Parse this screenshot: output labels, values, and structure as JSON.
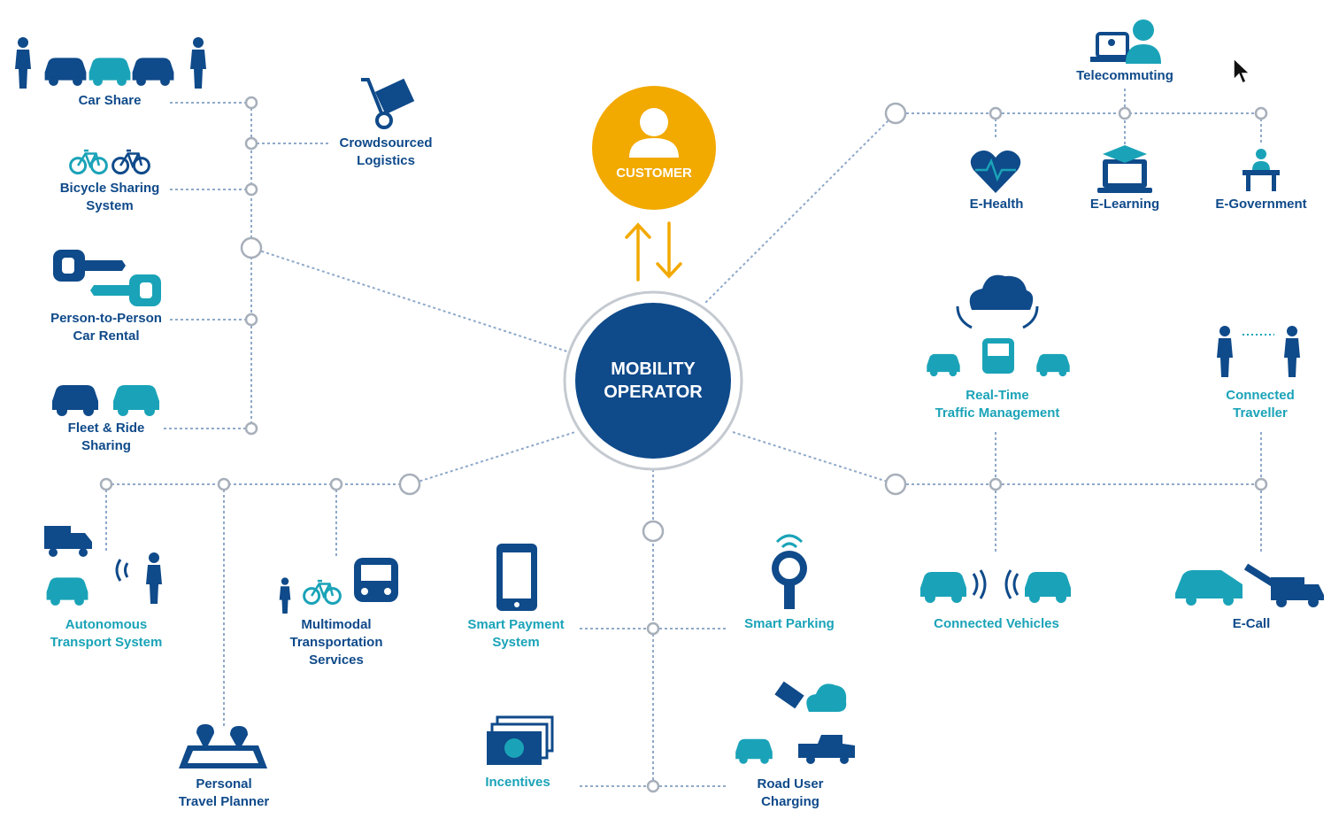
{
  "center": {
    "line1": "MOBILITY",
    "line2": "OPERATOR"
  },
  "customer": {
    "label": "CUSTOMER"
  },
  "colors": {
    "navy": "#0f4a8a",
    "teal": "#1aa3b8",
    "gold": "#f2a900",
    "line": "#8fa9c9"
  },
  "services": {
    "car_share": [
      "Car Share"
    ],
    "crowdsourced_logistics": [
      "Crowdsourced",
      "Logistics"
    ],
    "bicycle_sharing": [
      "Bicycle Sharing",
      "System"
    ],
    "p2p_car_rental": [
      "Person-to-Person",
      "Car Rental"
    ],
    "fleet_ride_sharing": [
      "Fleet & Ride",
      "Sharing"
    ],
    "telecommuting": [
      "Telecommuting"
    ],
    "e_health": [
      "E-Health"
    ],
    "e_learning": [
      "E-Learning"
    ],
    "e_government": [
      "E-Government"
    ],
    "traffic_management": [
      "Real-Time",
      "Traffic Management"
    ],
    "connected_traveller": [
      "Connected",
      "Traveller"
    ],
    "autonomous_transport": [
      "Autonomous",
      "Transport System"
    ],
    "multimodal": [
      "Multimodal",
      "Transportation",
      "Services"
    ],
    "smart_payment": [
      "Smart Payment",
      "System"
    ],
    "smart_parking": [
      "Smart Parking"
    ],
    "connected_vehicles": [
      "Connected Vehicles"
    ],
    "e_call": [
      "E-Call"
    ],
    "travel_planner": [
      "Personal",
      "Travel Planner"
    ],
    "incentives": [
      "Incentives"
    ],
    "road_user_charging": [
      "Road User",
      "Charging"
    ]
  }
}
